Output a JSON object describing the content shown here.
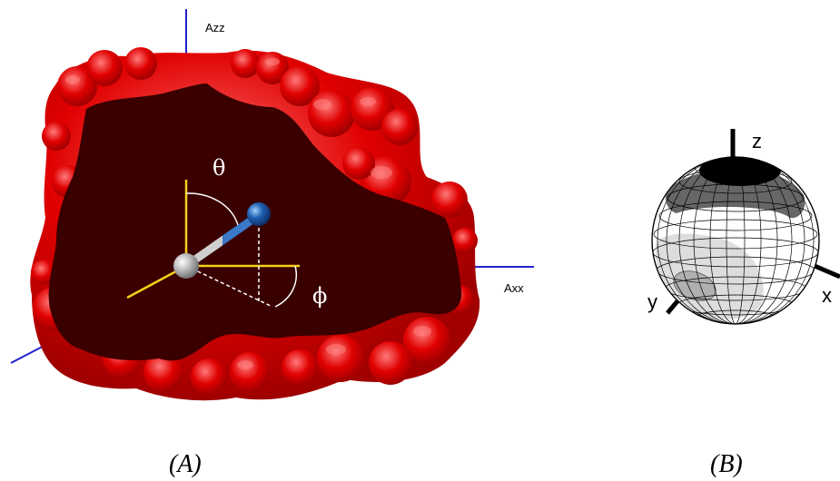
{
  "panel_a": {
    "axis_zz_label": "Azz",
    "axis_xx_label": "Axx",
    "theta_label": "θ",
    "phi_label": "ϕ",
    "caption": "(A)",
    "colors": {
      "surface": "#e00000",
      "surface_highlight": "#ff5a5a",
      "interior": "#3a0000",
      "frame_axes": "#2222cc",
      "local_axes": "#f2d21a",
      "atom_c": "#9a9a9a",
      "atom_o": "#1f5fb0"
    }
  },
  "panel_b": {
    "z_label": "z",
    "x_label": "x",
    "y_label": "y",
    "caption": "(B)",
    "colors": {
      "cap_black": "#000000",
      "band_dark": "#666666",
      "band_light": "#dddddd",
      "region_mid": "#b0b0b0"
    }
  }
}
